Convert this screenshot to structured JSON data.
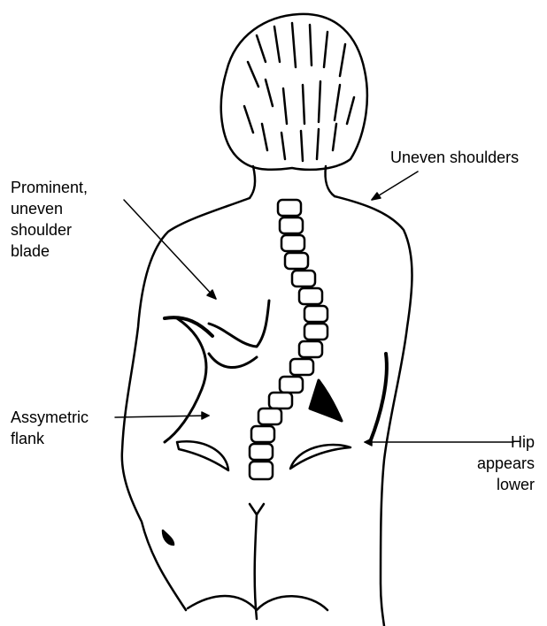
{
  "labels": {
    "shoulder_blade": [
      "Prominent,",
      "uneven",
      "shoulder",
      "blade"
    ],
    "shoulders": "Uneven shoulders",
    "flank": [
      "Assymetric",
      "flank"
    ],
    "hip": [
      "Hip",
      "appears",
      "lower"
    ]
  },
  "colors": {
    "ink": "#000000",
    "paper": "#ffffff"
  }
}
